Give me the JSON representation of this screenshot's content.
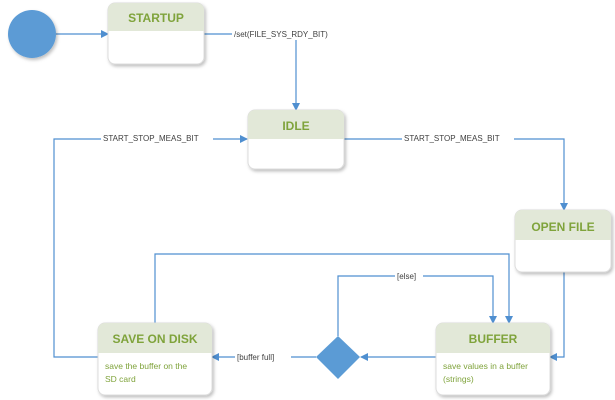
{
  "colors": {
    "edge": "#4f8fd0",
    "initial_node": "#5b9bd5",
    "decision_node": "#5b9bd5",
    "state_title": "#7fa33b",
    "state_header_fill": "#e2e8d8"
  },
  "states": {
    "startup": {
      "title": "STARTUP"
    },
    "idle": {
      "title": "IDLE"
    },
    "open_file": {
      "title": "OPEN FILE"
    },
    "buffer": {
      "title": "BUFFER",
      "body_line1": "save values in a buffer",
      "body_line2": "(strings)"
    },
    "save_on_disk": {
      "title": "SAVE ON DISK",
      "body_line1": "save the buffer on the",
      "body_line2": "SD card"
    }
  },
  "transitions": {
    "startup_to_idle": "/set(FILE_SYS_RDY_BIT)",
    "idle_to_open_file": "START_STOP_MEAS_BIT",
    "save_to_idle": "START_STOP_MEAS_BIT",
    "decision_else": "[else]",
    "decision_buffer_full": "[buffer full]"
  }
}
